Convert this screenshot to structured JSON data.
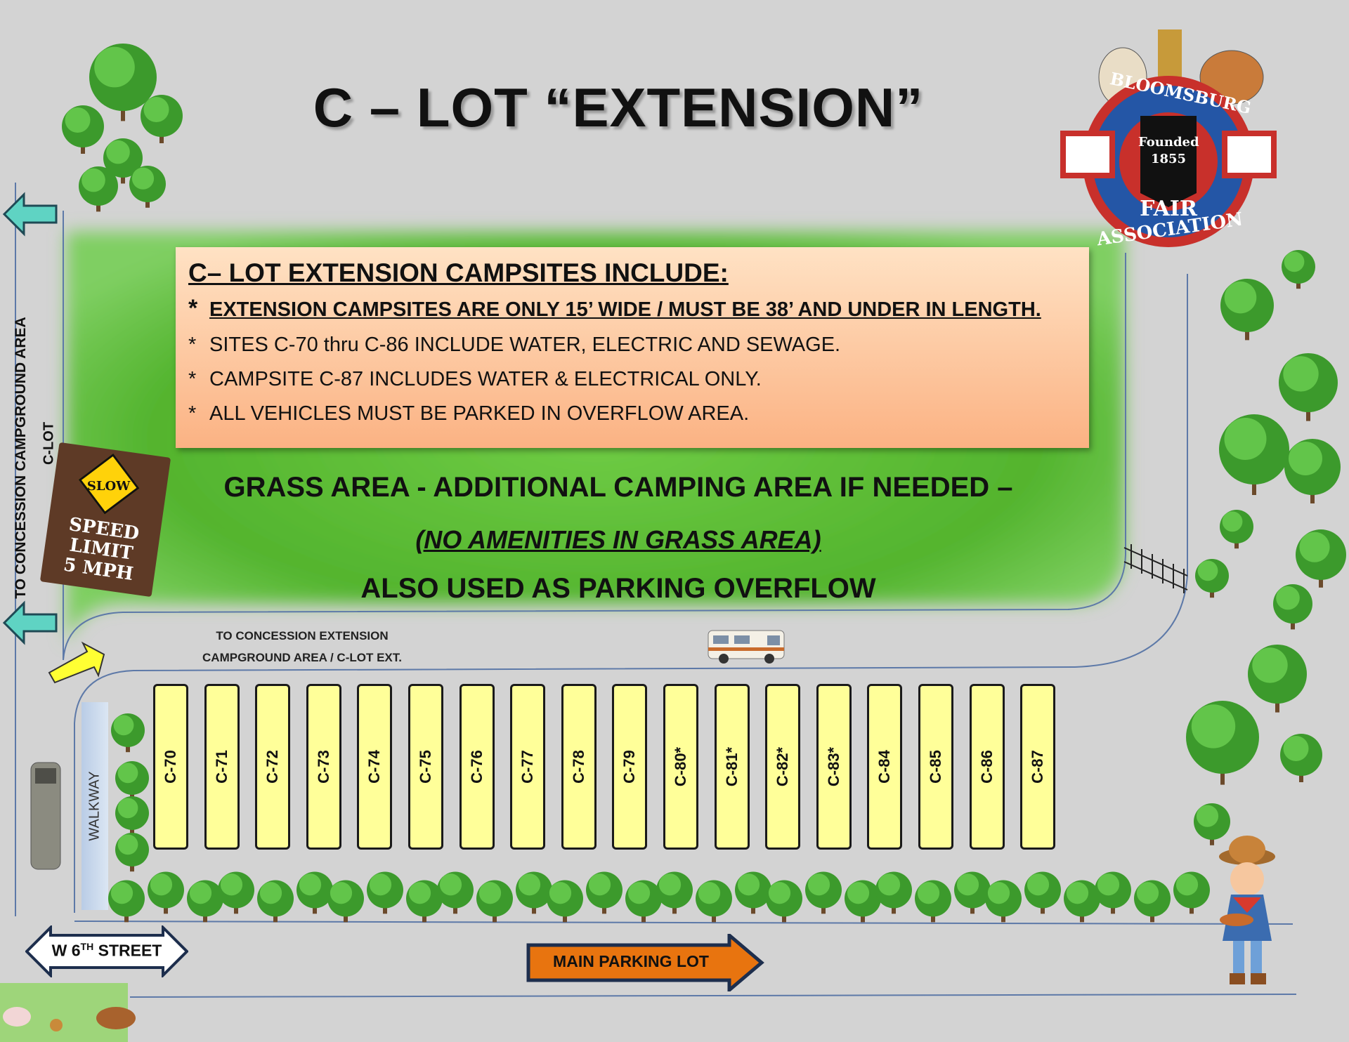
{
  "title": "C – LOT “EXTENSION”",
  "info_box": {
    "heading": "C– LOT EXTENSION CAMPSITES INCLUDE:",
    "bullets": [
      "EXTENSION CAMPSITES ARE ONLY 15’ WIDE /  MUST BE 38’ AND UNDER IN LENGTH.",
      "SITES C-70 thru C-86 INCLUDE WATER, ELECTRIC AND SEWAGE.",
      "CAMPSITE C-87 INCLUDES WATER & ELECTRICAL ONLY.",
      "ALL VEHICLES MUST BE PARKED IN OVERFLOW AREA."
    ],
    "bullet_marker": "*"
  },
  "grass_area": {
    "line1": "GRASS AREA - ADDITIONAL CAMPING AREA IF NEEDED –",
    "line2": "(NO AMENITIES IN GRASS AREA)",
    "line3": "ALSO USED AS PARKING OVERFLOW"
  },
  "concession_label": {
    "line1": "TO CONCESSION EXTENSION",
    "line2": "CAMPGROUND AREA   /    C-LOT EXT."
  },
  "campsites": [
    "C-70",
    "C-71",
    "C-72",
    "C-73",
    "C-74",
    "C-75",
    "C-76",
    "C-77",
    "C-78",
    "C-79",
    "C-80*",
    "C-81*",
    "C-82*",
    "C-83*",
    "C-84",
    "C-85",
    "C-86",
    "C-87"
  ],
  "walkway_label": "WALKWAY",
  "left_vertical": {
    "outer": "TO CONCESSION CAMPGROUND AREA",
    "inner": "C-LOT"
  },
  "speed_sign": {
    "slow": "SLOW",
    "line1": "SPEED",
    "line2": "LIMIT",
    "line3": "5 MPH"
  },
  "street_sign": "W 6TH STREET",
  "parking_sign": "MAIN PARKING LOT",
  "logo": {
    "top": "BLOOMSBURG",
    "founded": "Founded",
    "year": "1855",
    "mid": "FAIR",
    "bottom": "ASSOCIATION"
  },
  "colors": {
    "background": "#d3d3d3",
    "grass": "#5fbf3a",
    "campsite": "#ffff99",
    "arrow_teal": "#5fd3c3",
    "arrow_orange": "#e8740f",
    "info_box": "#fbb283"
  }
}
